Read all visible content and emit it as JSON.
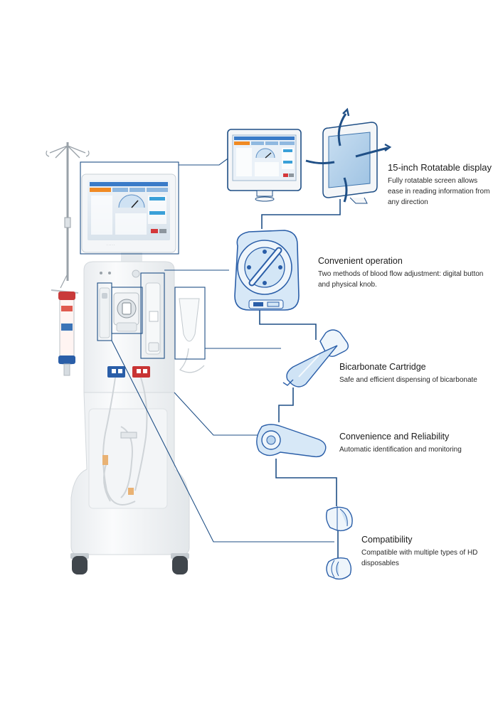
{
  "features": [
    {
      "title": "15-inch Rotatable display",
      "description": "Fully rotatable screen allows ease in reading information from any direction",
      "icon": "rotatable-display-icon"
    },
    {
      "title": "Convenient operation",
      "description": "Two methods of blood flow adjustment: digital button and physical knob.",
      "icon": "blood-pump-icon"
    },
    {
      "title": "Bicarbonate Cartridge",
      "description": "Safe and efficient dispensing of bicarbonate",
      "icon": "bicarbonate-cartridge-icon"
    },
    {
      "title": "Convenience and Reliability",
      "description": "Automatic identification and monitoring",
      "icon": "sensor-clip-icon"
    },
    {
      "title": "Compatibility",
      "description": "Compatible with multiple types of HD disposables",
      "icon": "disposable-connector-icon"
    }
  ],
  "colors": {
    "accent_navy": "#1f4f86",
    "icon_fill": "#d3e6f6",
    "icon_line": "#3d74ad",
    "machine_body": "#f3f5f7",
    "connector_blue": "#2a5ea8",
    "connector_red": "#c83434"
  }
}
